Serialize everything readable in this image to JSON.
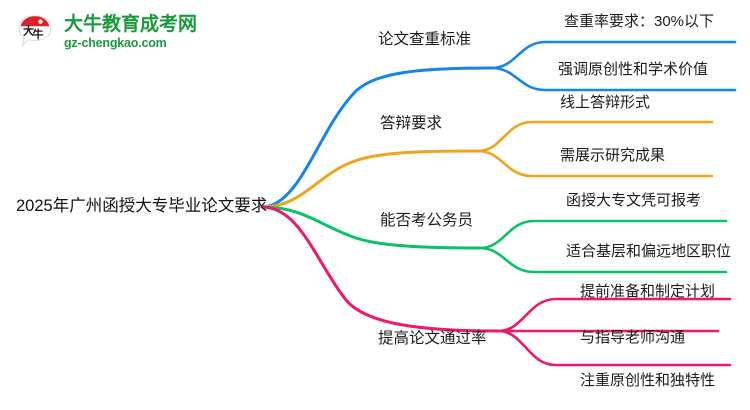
{
  "logo": {
    "mark_name": "daniu-bull-speech-bubble-logo",
    "title": "大牛教育成考网",
    "domain": "gz-chengkao.com",
    "brand_green": "#1a9a3c",
    "brand_red": "#d8232a"
  },
  "mindmap": {
    "root": "2025年广州函授大专毕业论文要求",
    "branches": [
      {
        "label": "论文查重标准",
        "color": "#1585eb",
        "children": [
          "查重率要求：30%以下",
          "强调原创性和学术价值"
        ]
      },
      {
        "label": "答辩要求",
        "color": "#efa41c",
        "children": [
          "线上答辩形式",
          "需展示研究成果"
        ]
      },
      {
        "label": "能否考公务员",
        "color": "#0ac268",
        "children": [
          "函授大专文凭可报考",
          "适合基层和偏远地区职位"
        ]
      },
      {
        "label": "提高论文通过率",
        "color": "#f0176c",
        "children": [
          "提前准备和制定计划",
          "与指导老师沟通",
          "注重原创性和独特性"
        ]
      }
    ]
  },
  "canvas": {
    "background": "#ffffff",
    "text_color": "#1c1c1c"
  }
}
